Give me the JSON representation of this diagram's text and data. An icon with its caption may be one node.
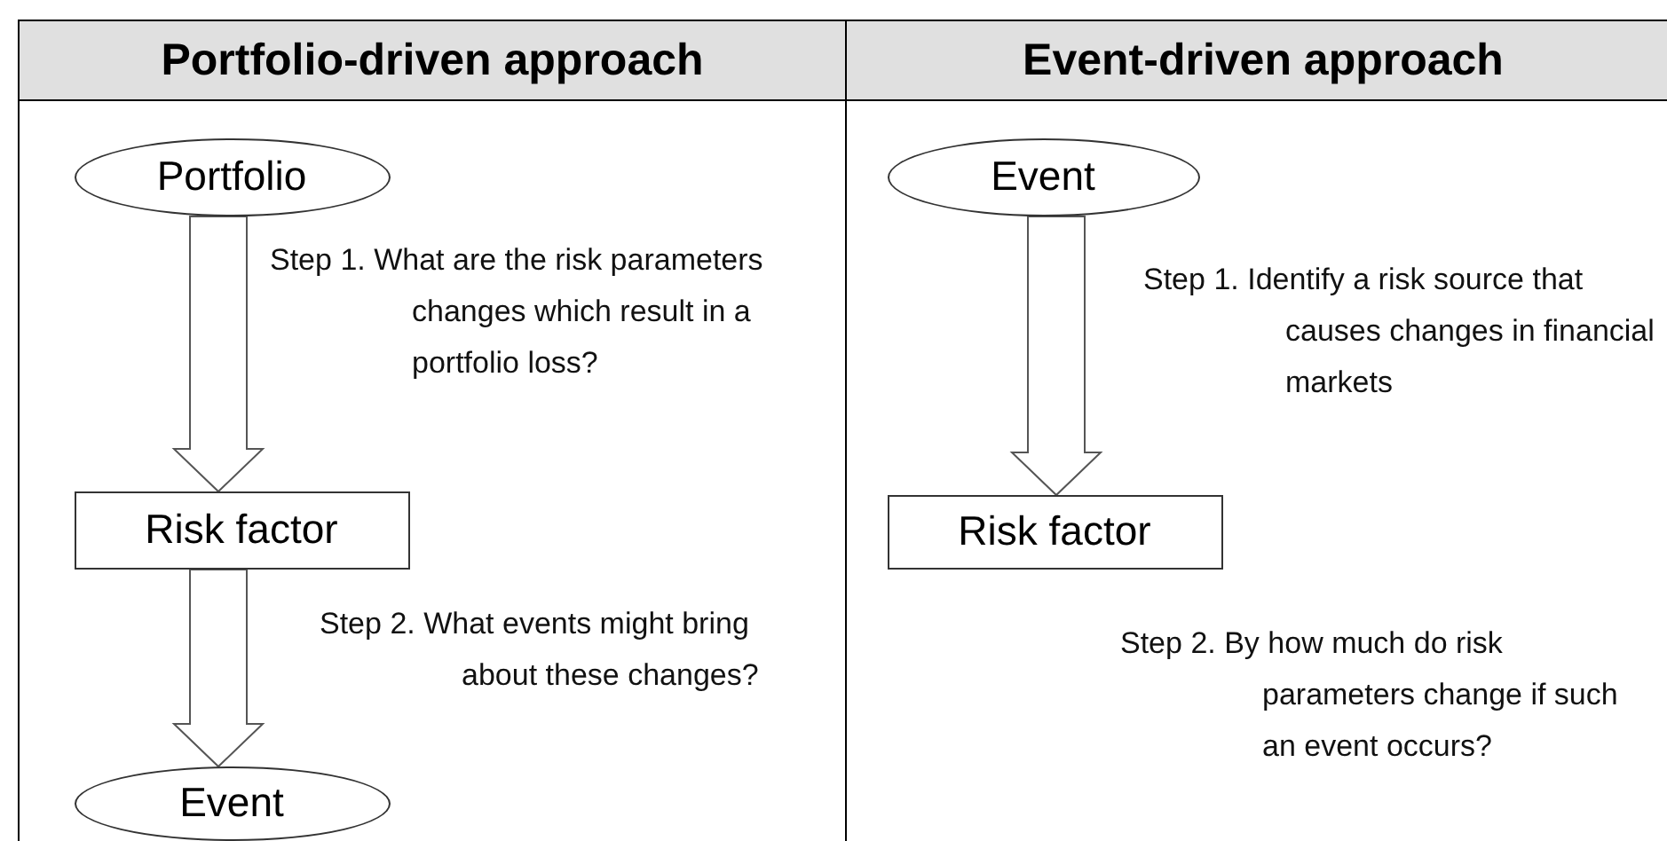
{
  "diagram": {
    "nodes": [
      {
        "text": [
          "Portfolio-driven approach"
        ]
      },
      {
        "text": [
          "Portfolio"
        ],
        "in": 0
      },
      {
        "text": [
          "Risk factor"
        ],
        "in": 0
      },
      {
        "text": [
          "Event"
        ],
        "in": 0
      },
      {
        "text": [
          "Event-driven approach"
        ]
      },
      {
        "text": [
          "Event"
        ],
        "in": 4
      },
      {
        "text": [
          "Risk factor"
        ],
        "in": 4
      }
    ],
    "edges": [
      {
        "from": 1,
        "to": 2,
        "arrow": "to",
        "label": "Step 1. What are the risk parameters changes which result in a portfolio loss?"
      },
      {
        "from": 2,
        "to": 3,
        "arrow": "to",
        "label": "Step 2. What events might bring about these changes?"
      },
      {
        "from": 5,
        "to": 6,
        "arrow": "to",
        "label": "Step 1. Identify a risk source that causes changes in financial markets"
      }
    ],
    "labels": [
      "Step 2. By how much do risk parameters change if such an event occurs?"
    ]
  }
}
